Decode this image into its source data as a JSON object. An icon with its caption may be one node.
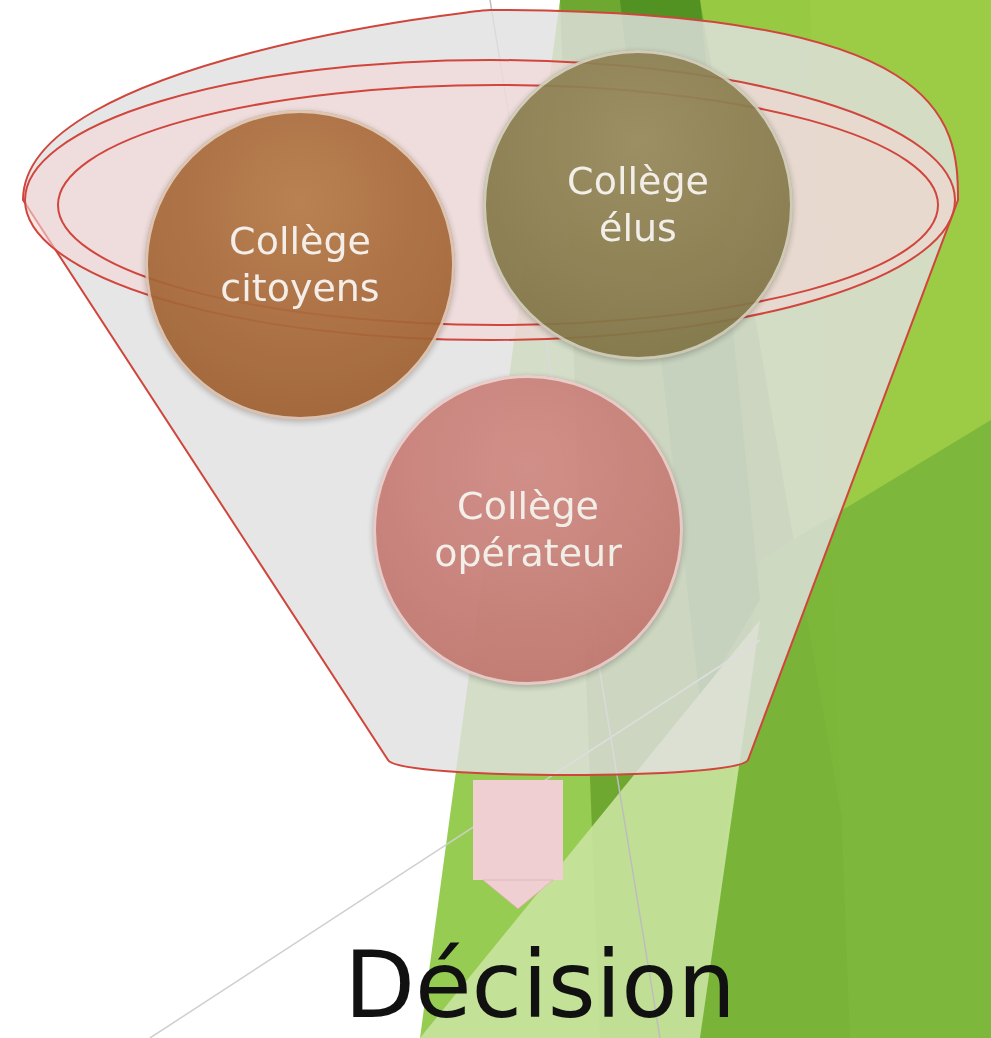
{
  "diagram": {
    "nodes": [
      {
        "text": [],
        "shape": "funnel"
      },
      {
        "text": [
          "Collège citoyens"
        ],
        "in": 0
      },
      {
        "text": [
          "Collège élus"
        ],
        "in": 0
      },
      {
        "text": [
          "Collège opérateur"
        ],
        "in": 0
      },
      {
        "text": [
          "Décision"
        ]
      }
    ],
    "edges": [
      {
        "from": 0,
        "to": 4,
        "arrow": "to"
      }
    ]
  }
}
